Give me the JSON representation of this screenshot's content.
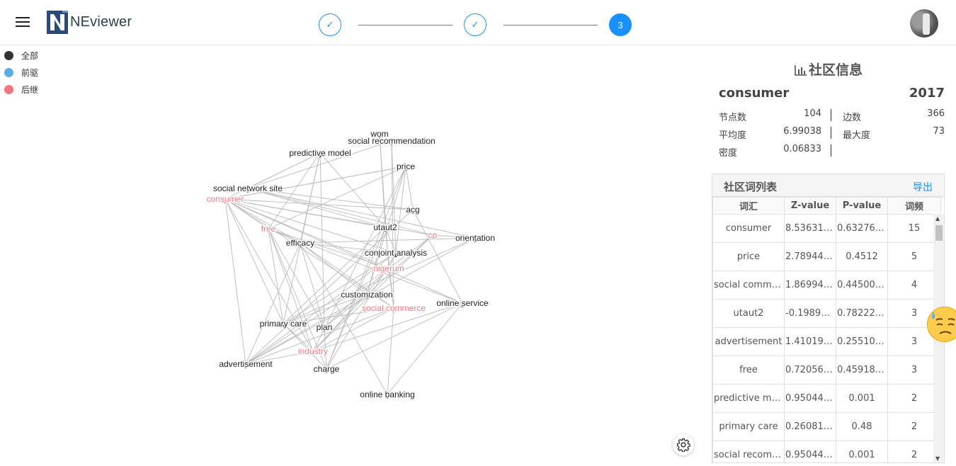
{
  "app": {
    "name": "NEviewer"
  },
  "steps": [
    {
      "state": "done",
      "symbol": "✓"
    },
    {
      "state": "done",
      "symbol": "✓"
    },
    {
      "state": "active",
      "label": "3"
    }
  ],
  "legend": [
    {
      "label": "全部",
      "color": "#333333"
    },
    {
      "label": "前驱",
      "color": "#5dade2"
    },
    {
      "label": "后继",
      "color": "#f1777f"
    }
  ],
  "graph": {
    "nodes": [
      {
        "label": "wom",
        "color": "#222222"
      },
      {
        "label": "social recommendation",
        "color": "#222222"
      },
      {
        "label": "predictive model",
        "color": "#222222"
      },
      {
        "label": "price",
        "color": "#222222"
      },
      {
        "label": "social network site",
        "color": "#222222"
      },
      {
        "label": "consumer",
        "color": "#f1777f"
      },
      {
        "label": "acg",
        "color": "#222222"
      },
      {
        "label": "free",
        "color": "#f1777f"
      },
      {
        "label": "utaut2",
        "color": "#222222"
      },
      {
        "label": "cp",
        "color": "#f1777f"
      },
      {
        "label": "orientation",
        "color": "#222222"
      },
      {
        "label": "efficacy",
        "color": "#222222"
      },
      {
        "label": "conjoint analysis",
        "color": "#222222"
      },
      {
        "label": "nigerum",
        "color": "#f1777f"
      },
      {
        "label": "customization",
        "color": "#222222"
      },
      {
        "label": "online service",
        "color": "#222222"
      },
      {
        "label": "social commerce",
        "color": "#f1777f"
      },
      {
        "label": "primary care",
        "color": "#222222"
      },
      {
        "label": "plan",
        "color": "#222222"
      },
      {
        "label": "industry",
        "color": "#f1777f"
      },
      {
        "label": "advertisement",
        "color": "#222222"
      },
      {
        "label": "charge",
        "color": "#222222"
      },
      {
        "label": "online banking",
        "color": "#222222"
      }
    ]
  },
  "panel": {
    "title": "社区信息",
    "community": "consumer",
    "year": "2017",
    "stats": {
      "nodes_label": "节点数",
      "nodes": "104",
      "edges_label": "边数",
      "edges": "366",
      "avg_degree_label": "平均度",
      "avg_degree": "6.99038",
      "max_degree_label": "最大度",
      "max_degree": "73",
      "density_label": "密度",
      "density": "0.06833"
    },
    "table": {
      "caption": "社区词列表",
      "export_label": "导出",
      "columns": [
        "词汇",
        "Z-value",
        "P-value",
        "词频"
      ],
      "rows": [
        [
          "consumer",
          "8.536312...",
          "0.632764...",
          "15"
        ],
        [
          "price",
          "2.789442...",
          "0.4512",
          "5"
        ],
        [
          "social commer...",
          "1.869943...",
          "0.445000...",
          "4"
        ],
        [
          "utaut2",
          "-0.19893...",
          "0.782222...",
          "3"
        ],
        [
          "advertisement",
          "1.410193...",
          "0.255102...",
          "3"
        ],
        [
          "free",
          "0.720569...",
          "0.459183...",
          "3"
        ],
        [
          "predictive mo...",
          "0.950443...",
          "0.001",
          "2"
        ],
        [
          "primary care",
          "0.260819...",
          "0.48",
          "2"
        ],
        [
          "social recomm...",
          "0.950443...",
          "0.001",
          "2"
        ]
      ]
    }
  }
}
